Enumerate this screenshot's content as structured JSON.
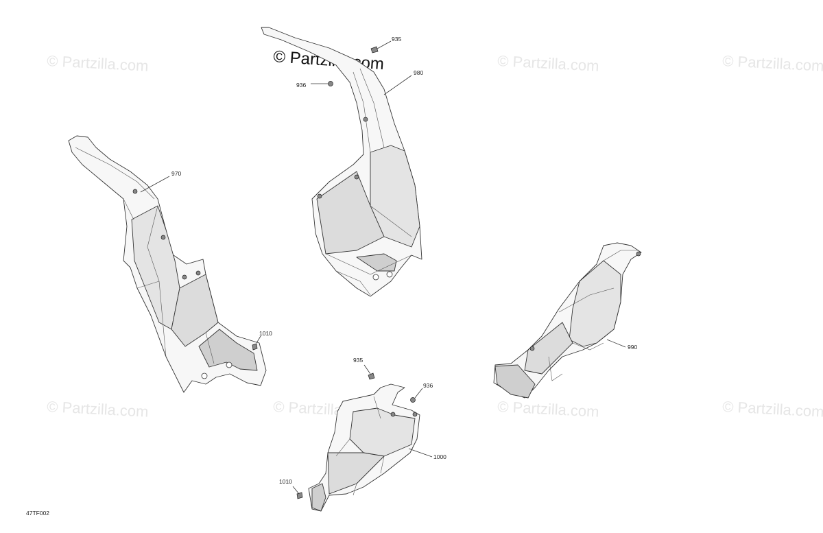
{
  "watermark": {
    "main": "© Partzilla.com",
    "repeat": "© Partzilla.com"
  },
  "callouts": {
    "c935_top": "935",
    "c936_top": "936",
    "c980": "980",
    "c970": "970",
    "c1010_left": "1010",
    "c990": "990",
    "c935_bottom": "935",
    "c936_bottom": "936",
    "c1000": "1000",
    "c1010_bottom": "1010"
  },
  "figure_id": "47TF002",
  "colors": {
    "part_fill": "#f7f7f7",
    "part_shade": "#e4e4e4",
    "part_dark": "#cfcfcf",
    "line": "#333333",
    "watermark": "#e6e6e6"
  }
}
